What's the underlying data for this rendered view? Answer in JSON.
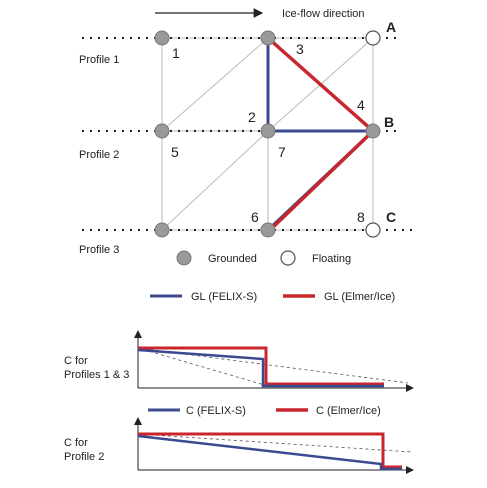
{
  "header": {
    "flow_label": "Ice-flow direction"
  },
  "profiles": [
    "Profile 1",
    "Profile 2",
    "Profile 3"
  ],
  "node_numbers": [
    "1",
    "2",
    "3",
    "4",
    "5",
    "6",
    "7",
    "8"
  ],
  "corner_letters": [
    "A",
    "B",
    "C"
  ],
  "legend_nodes": {
    "grounded": "Grounded",
    "floating": "Floating"
  },
  "legend_gl": {
    "felix": "GL (FELIX-S)",
    "elmer": "GL (Elmer/Ice)"
  },
  "plot_top": {
    "label_line1": "C for",
    "label_line2": "Profiles 1 & 3"
  },
  "plot_bottom": {
    "label_line1": "C for",
    "label_line2": "Profile 2"
  },
  "legend_c": {
    "felix": "C (FELIX-S)",
    "elmer": "C (Elmer/Ice)"
  },
  "colors": {
    "felix": "#3b4a8f",
    "elmer": "#c8252c",
    "node_fill": "#999999",
    "grid": "#bbbbbb"
  }
}
